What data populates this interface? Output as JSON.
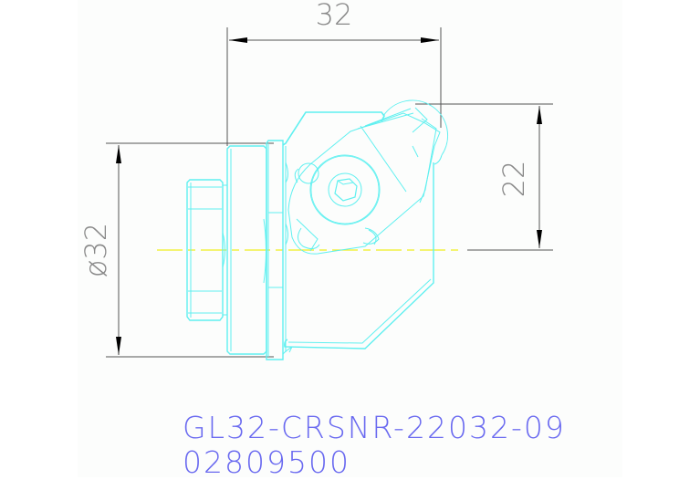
{
  "drawing": {
    "title_line1": "GL32-CRSNR-22032-09",
    "title_line2": "02809500",
    "colors": {
      "part_lines": "#5ff0f0",
      "dimension_lines": "#555555",
      "dimension_text": "#888888",
      "centerline": "#f0f020",
      "label_text": "#6a6af0",
      "sheet_bg": "#fcfdfc"
    },
    "dimensions": {
      "width_top": "32",
      "height_right": "22",
      "diameter_left": "ø32"
    }
  }
}
